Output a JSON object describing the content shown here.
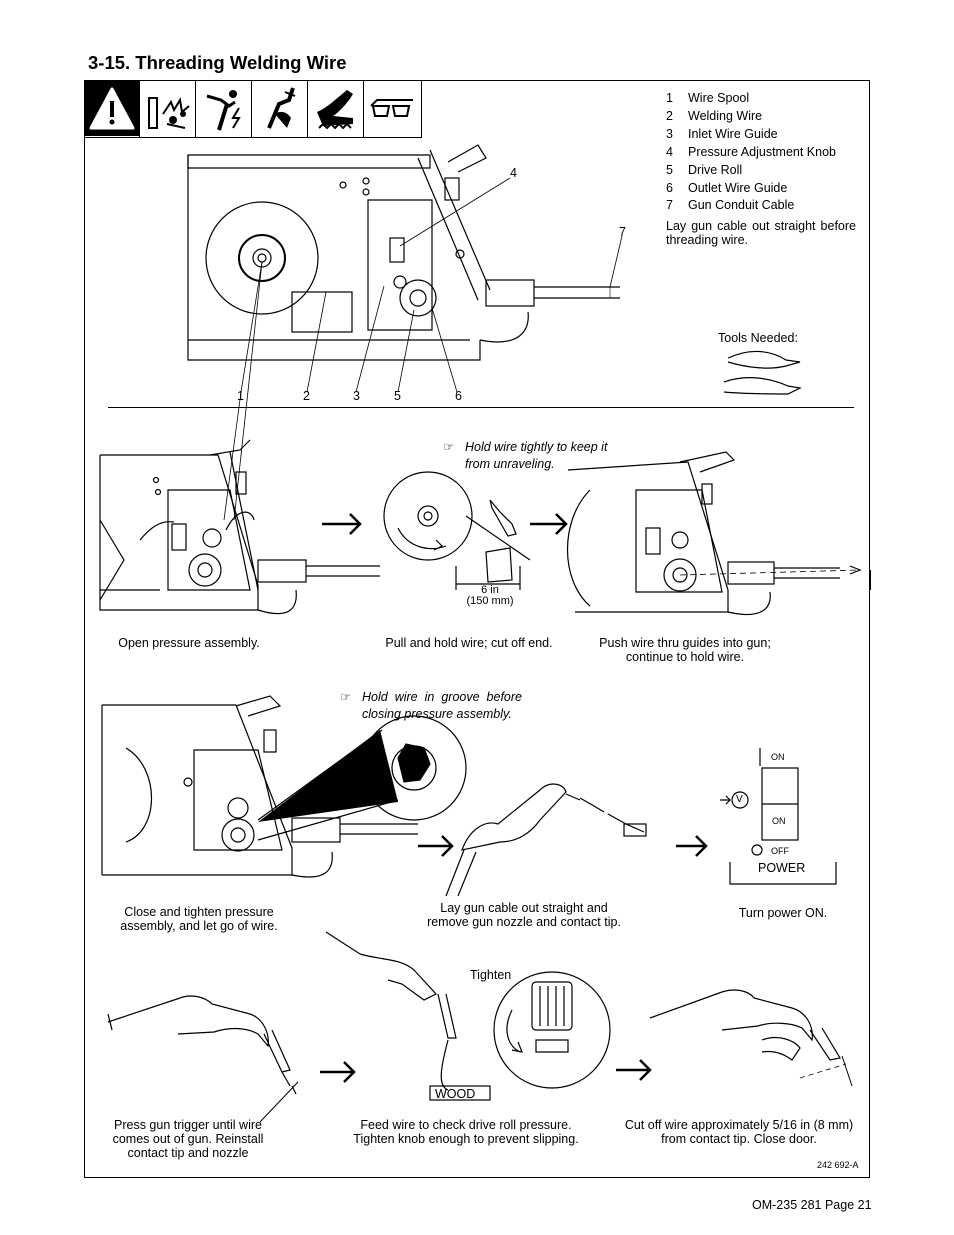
{
  "section": {
    "title": "3-15.  Threading Welding Wire"
  },
  "warning_icons": [
    "warning-triangle-icon",
    "sparks-fire-icon",
    "electric-shock-icon",
    "hand-gun-icon",
    "hot-parts-hand-icon",
    "safety-glasses-icon"
  ],
  "legend": {
    "items": [
      {
        "num": "1",
        "label": "Wire Spool"
      },
      {
        "num": "2",
        "label": "Welding Wire"
      },
      {
        "num": "3",
        "label": "Inlet Wire Guide"
      },
      {
        "num": "4",
        "label": "Pressure Adjustment Knob"
      },
      {
        "num": "5",
        "label": "Drive Roll"
      },
      {
        "num": "6",
        "label": "Outlet Wire Guide"
      },
      {
        "num": "7",
        "label": "Gun Conduit Cable"
      }
    ],
    "note": "Lay gun cable out straight before threading wire."
  },
  "tools": {
    "label": "Tools Needed:"
  },
  "callouts": {
    "c1": "1",
    "c2": "2",
    "c3": "3",
    "c4": "4",
    "c5": "5",
    "c6": "6",
    "c7": "7"
  },
  "hints": {
    "hold_tight": "Hold wire tightly to keep it from unraveling.",
    "hold_groove": "Hold wire in groove before closing pressure assembly."
  },
  "measure": {
    "imperial": "6 in",
    "metric": "(150 mm)"
  },
  "steps": {
    "open": "Open pressure assembly.",
    "pull": "Pull and hold wire; cut off end.",
    "push": "Push wire thru guides into gun; continue to hold wire.",
    "close": "Close and tighten pressure assembly, and let go of wire.",
    "lay": "Lay gun cable out straight and remove gun nozzle and contact tip.",
    "power": "Turn power ON.",
    "trigger": "Press gun trigger until wire comes out of gun. Reinstall contact tip and nozzle",
    "feed": "Feed wire to check drive roll pressure. Tighten knob enough to prevent slipping.",
    "cutoff": "Cut off wire approximately 5/16 in (8 mm) from contact tip. Close door."
  },
  "switch": {
    "on_top": "ON",
    "on_inner": "ON",
    "off": "OFF",
    "label": "POWER",
    "voltage_symbol": "V"
  },
  "labels": {
    "tighten": "Tighten",
    "wood": "WOOD"
  },
  "doc_id": "242 692-A",
  "footer": "OM-235 281 Page 21"
}
